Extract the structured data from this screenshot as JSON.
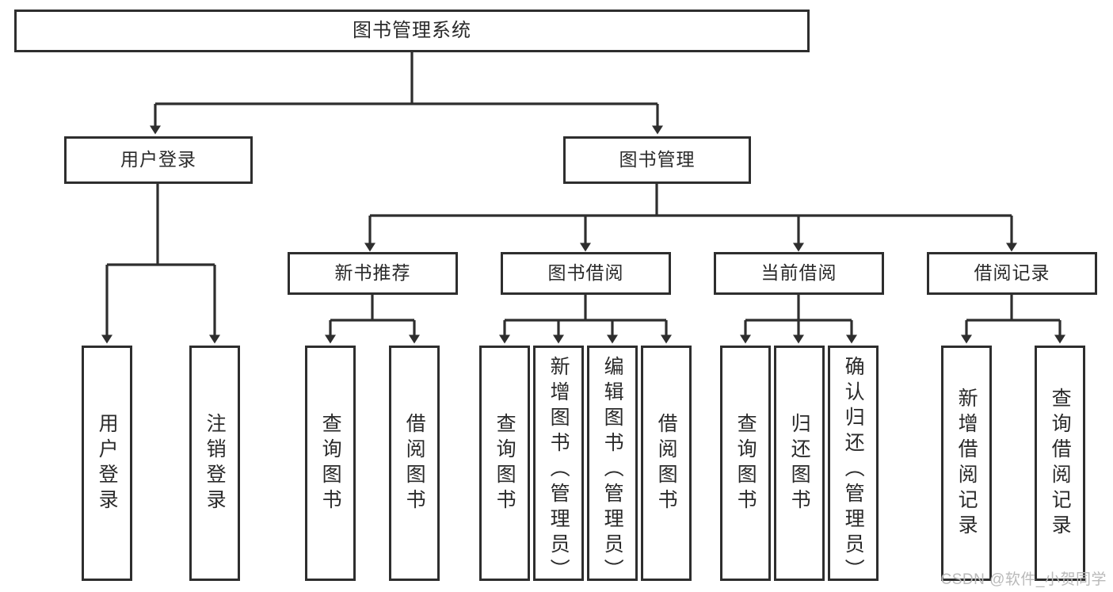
{
  "diagram": {
    "title": "图书管理系统",
    "type": "hierarchy-tree",
    "watermark": "CSDN @软件_小贺同学",
    "colors": {
      "background": "#ffffff",
      "border": "#2e2e2e",
      "text": "#2a2a2a",
      "connector": "#2e2e2e",
      "watermark": "#b9b9b9"
    },
    "root": {
      "label": "图书管理系统"
    },
    "level2": [
      {
        "label": "用户登录"
      },
      {
        "label": "图书管理"
      }
    ],
    "level3": [
      {
        "label": "新书推荐"
      },
      {
        "label": "图书借阅"
      },
      {
        "label": "当前借阅"
      },
      {
        "label": "借阅记录"
      }
    ],
    "leaves": {
      "user_login": [
        {
          "label": "用户登录"
        },
        {
          "label": "注销登录"
        }
      ],
      "new_book_recommend": [
        {
          "label": "查询图书"
        },
        {
          "label": "借阅图书"
        }
      ],
      "book_borrow": [
        {
          "label": "查询图书"
        },
        {
          "label": "新增图书（管理员）"
        },
        {
          "label": "编辑图书（管理员）"
        },
        {
          "label": "借阅图书"
        }
      ],
      "current_borrow": [
        {
          "label": "查询图书"
        },
        {
          "label": "归还图书"
        },
        {
          "label": "确认归还（管理员）"
        }
      ],
      "borrow_records": [
        {
          "label": "新增借阅记录"
        },
        {
          "label": "查询借阅记录"
        }
      ]
    }
  }
}
